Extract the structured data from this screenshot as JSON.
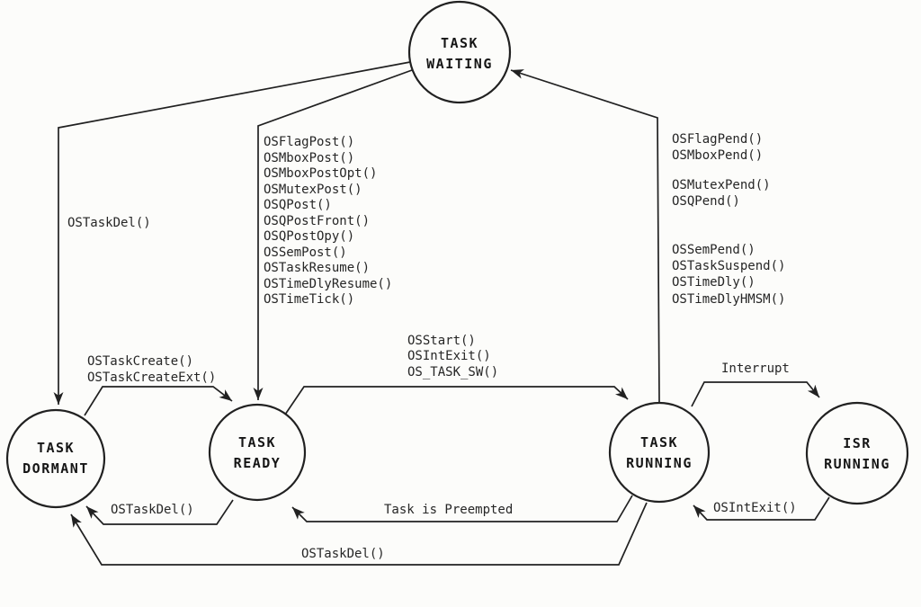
{
  "colors": {
    "ink": "#212121",
    "paper": "#fcfcfa"
  },
  "states": {
    "waiting": {
      "line1": "TASK",
      "line2": "WAITING"
    },
    "dormant": {
      "line1": "TASK",
      "line2": "DORMANT"
    },
    "ready": {
      "line1": "TASK",
      "line2": "READY"
    },
    "running": {
      "line1": "TASK",
      "line2": "RUNNING"
    },
    "isr": {
      "line1": "ISR",
      "line2": "RUNNING"
    }
  },
  "transitions": {
    "waiting_to_dormant": {
      "label": "OSTaskDel()"
    },
    "waiting_to_ready": {
      "labels": [
        "OSFlagPost()",
        "OSMboxPost()",
        "OSMboxPostOpt()",
        "OSMutexPost()",
        "OSQPost()",
        "OSQPostFront()",
        "OSQPostOpy()",
        "OSSemPost()",
        "OSTaskResume()",
        "OSTimeDlyResume()",
        "OSTimeTick()"
      ]
    },
    "running_to_waiting": {
      "labels": [
        "OSFlagPend()",
        "OSMboxPend()",
        "OSMutexPend()",
        "OSQPend()",
        "OSSemPend()",
        "OSTaskSuspend()",
        "OSTimeDly()",
        "OSTimeDlyHMSM()"
      ]
    },
    "dormant_to_ready": {
      "labels": [
        "OSTaskCreate()",
        "OSTaskCreateExt()"
      ]
    },
    "ready_to_running": {
      "labels": [
        "OSStart()",
        "OSIntExit()",
        "OS_TASK_SW()"
      ]
    },
    "ready_to_dormant": {
      "label": "OSTaskDel()"
    },
    "running_to_ready": {
      "label": "Task is Preempted"
    },
    "running_to_dormant": {
      "label": "OSTaskDel()"
    },
    "running_to_isr": {
      "label": "Interrupt"
    },
    "isr_to_running": {
      "label": "OSIntExit()"
    }
  }
}
